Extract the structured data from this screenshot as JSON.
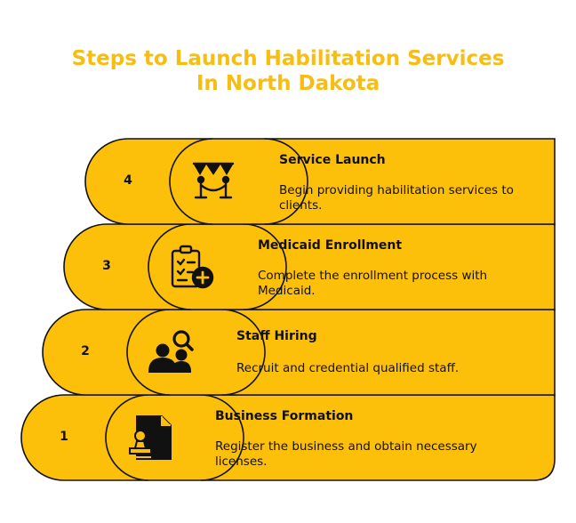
{
  "title": {
    "line1": "Steps to Launch Habilitation Services",
    "line2": "In North Dakota"
  },
  "colors": {
    "fill": "#fcbf0a",
    "title": "#f7bd12",
    "stroke": "#111111"
  },
  "steps": [
    {
      "number": "4",
      "title": "Service Launch",
      "description": "Begin providing habilitation services to clients.",
      "icon": "bunting-icon"
    },
    {
      "number": "3",
      "title": "Medicaid Enrollment",
      "description": "Complete the enrollment process with Medicaid.",
      "icon": "clipboard-add-icon"
    },
    {
      "number": "2",
      "title": "Staff Hiring",
      "description": "Recruit and credential qualified staff.",
      "icon": "people-search-icon"
    },
    {
      "number": "1",
      "title": "Business Formation",
      "description": "Register the business and obtain necessary licenses.",
      "icon": "document-stamp-icon"
    }
  ]
}
